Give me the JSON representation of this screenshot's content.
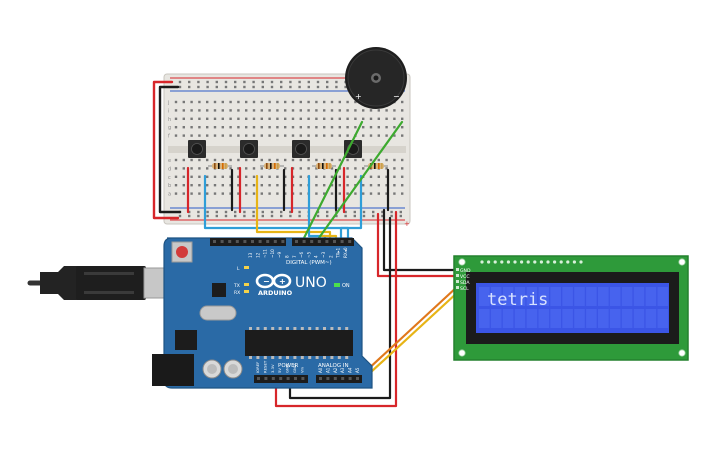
{
  "arduino": {
    "brand": "ARDUINO",
    "model": "UNO",
    "digital_label": "DIGITAL (PWM~)",
    "power_label": "POWER",
    "analog_label": "ANALOG IN",
    "on_label": "ON",
    "tx_label": "TX",
    "rx_label": "RX",
    "l_label": "L",
    "aref_label": "AREF",
    "gnd_label": "GND",
    "digital_pins": [
      "13",
      "12",
      "~11",
      "~10",
      "~9",
      "8",
      "7",
      "~6",
      "~5",
      "4",
      "~3",
      "2",
      "TX▸1",
      "RX◂0"
    ],
    "power_pins": [
      "IOREF",
      "RESET",
      "3.3V",
      "5V",
      "GND",
      "GND",
      "Vin"
    ],
    "analog_pins": [
      "A0",
      "A1",
      "A2",
      "A3",
      "A4",
      "A5"
    ]
  },
  "lcd": {
    "text": "tetris",
    "pins": [
      "GND",
      "VCC",
      "SDA",
      "SCL"
    ]
  },
  "buzzer": {
    "plus_label": "+",
    "minus_label": "−"
  },
  "breadboard": {
    "row_letters_top": [
      "j",
      "i",
      "h",
      "g",
      "f"
    ],
    "row_letters_bottom": [
      "e",
      "d",
      "c",
      "b",
      "a"
    ]
  },
  "colors": {
    "board": "#2a6aa6",
    "board_dark": "#1e5484",
    "breadboard": "#e8e6e1",
    "lcd_pcb": "#2e9a3a",
    "lcd_screen": "#3b55e6",
    "lcd_text": "#d8e2ff",
    "wire_red": "#d7262a",
    "wire_black": "#1b1b1b",
    "wire_blue": "#2f9ed8",
    "wire_yellow": "#e7b416",
    "wire_orange": "#e0781c",
    "wire_green": "#3daa2f"
  }
}
